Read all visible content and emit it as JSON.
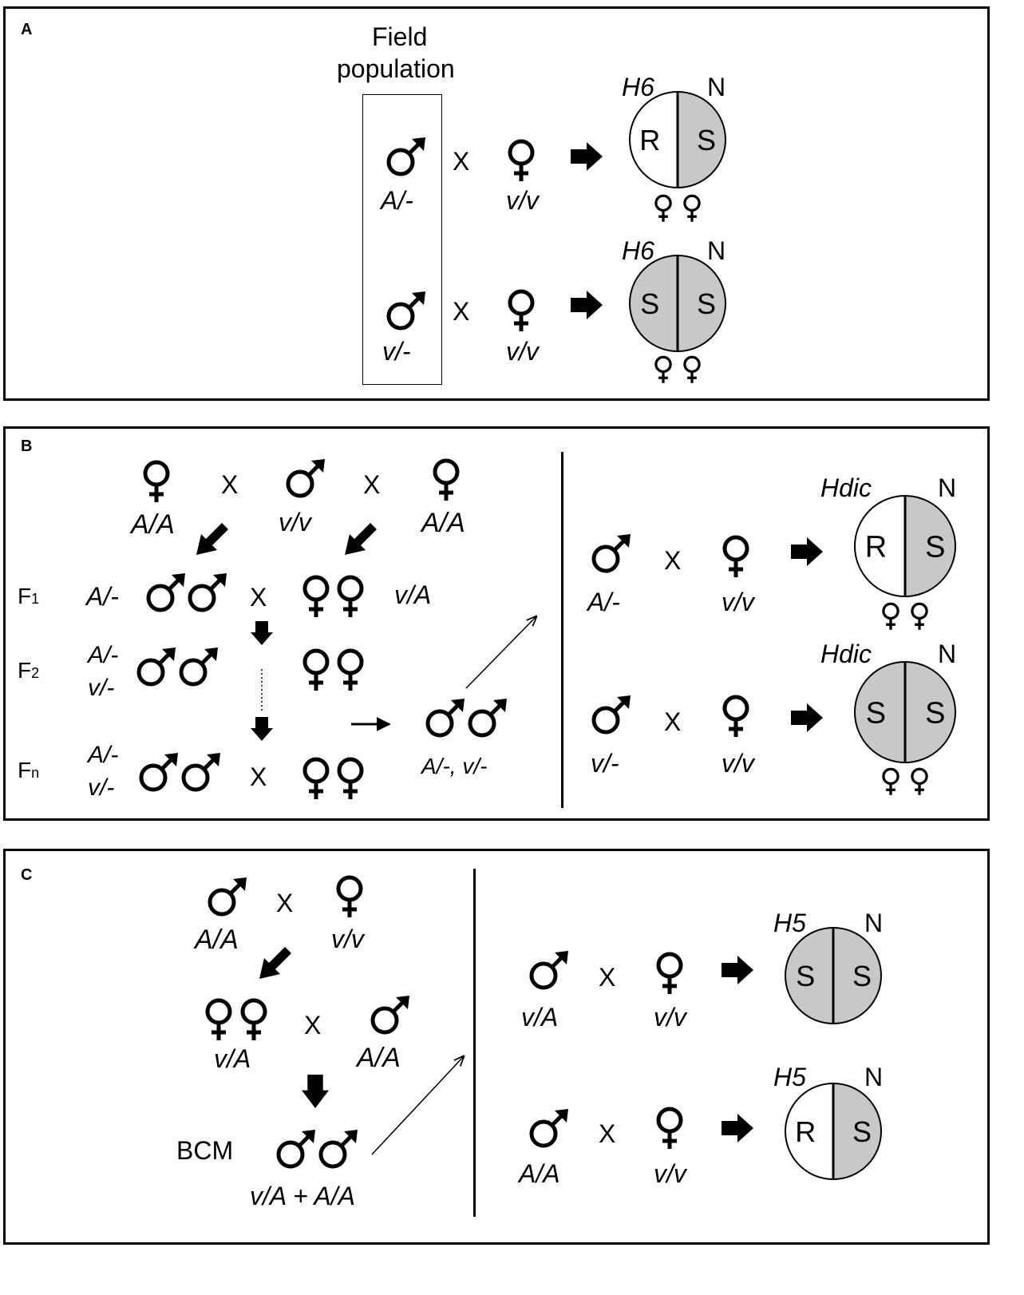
{
  "panels": {
    "A": {
      "label": "A",
      "field_title_1": "Field",
      "field_title_2": "population",
      "cross_symbol": "X",
      "rows": [
        {
          "male_genotype": "A/-",
          "female_genotype": "v/v",
          "line": "H6",
          "nuclear": "N",
          "left": "R",
          "right": "S"
        },
        {
          "male_genotype": "v/-",
          "female_genotype": "v/v",
          "line": "H6",
          "nuclear": "N",
          "left": "S",
          "right": "S"
        }
      ]
    },
    "B": {
      "label": "B",
      "cross_symbol": "X",
      "parent_female_1": "A/A",
      "parent_male": "v/v",
      "parent_female_2": "A/A",
      "gen_f1": "F",
      "gen_f1_sub": "1",
      "gen_f2": "F",
      "gen_f2_sub": "2",
      "gen_fn": "F",
      "gen_fn_sub": "n",
      "f1_male_genotype": "A/-",
      "f1_female_genotype": "v/A",
      "f2_male_genotype_1": "A/-",
      "f2_male_genotype_2": "v/-",
      "fn_male_genotype_1": "A/-",
      "fn_male_genotype_2": "v/-",
      "selected_males": "A/-, v/-",
      "rows": [
        {
          "male_genotype": "A/-",
          "female_genotype": "v/v",
          "line": "Hdic",
          "nuclear": "N",
          "left": "R",
          "right": "S"
        },
        {
          "male_genotype": "v/-",
          "female_genotype": "v/v",
          "line": "Hdic",
          "nuclear": "N",
          "left": "S",
          "right": "S"
        }
      ]
    },
    "C": {
      "label": "C",
      "cross_symbol": "X",
      "p_male_genotype": "A/A",
      "p_female_genotype": "v/v",
      "f1_female_genotype": "v/A",
      "bc_male_genotype": "A/A",
      "bcm_label": "BCM",
      "bcm_genotype": "v/A + A/A",
      "rows": [
        {
          "male_genotype": "v/A",
          "female_genotype": "v/v",
          "line": "H5",
          "nuclear": "N",
          "left": "S",
          "right": "S"
        },
        {
          "male_genotype": "A/A",
          "female_genotype": "v/v",
          "line": "H5",
          "nuclear": "N",
          "left": "R",
          "right": "S"
        }
      ]
    }
  },
  "colors": {
    "susceptible_fill": "#c8c8c8",
    "resistant_fill": "#ffffff",
    "stroke": "#000000"
  },
  "icons": [
    "male-symbol-icon",
    "female-symbol-icon",
    "block-arrow-right-icon",
    "block-arrow-diagonal-icon",
    "block-arrow-down-icon"
  ]
}
